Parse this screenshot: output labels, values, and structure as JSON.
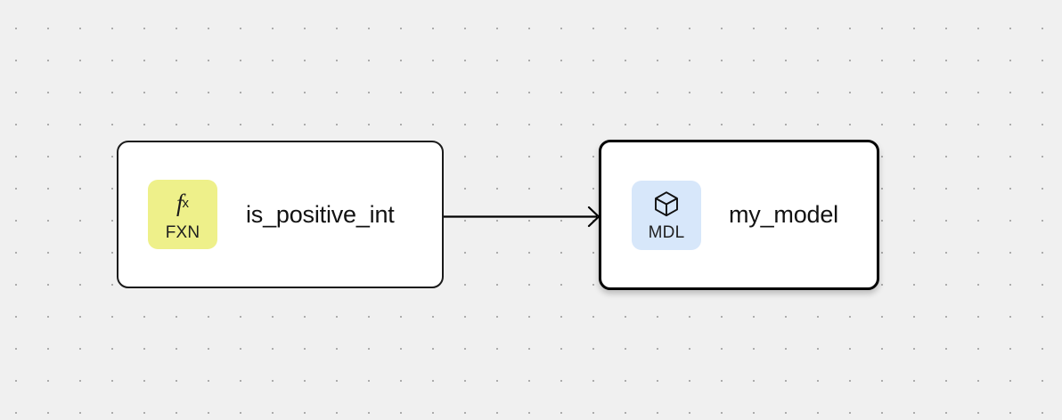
{
  "canvas": {
    "background_color": "#f0f0f0",
    "dot_color": "#acacac",
    "grid_spacing": 36
  },
  "nodes": [
    {
      "id": "is_positive_int",
      "title": "is_positive_int",
      "badge_label": "FXN",
      "badge_glyph": "f",
      "badge_glyph_suffix": "x",
      "badge_icon_name": "function-fx-icon",
      "badge_color": "#eef08a",
      "selected": false
    },
    {
      "id": "my_model",
      "title": "my_model",
      "badge_label": "MDL",
      "badge_icon_name": "cube-3d-icon",
      "badge_color": "#d7e7fa",
      "selected": true
    }
  ],
  "edges": [
    {
      "from": "is_positive_int",
      "to": "my_model",
      "arrow": "open-chevron",
      "color": "#000000"
    }
  ]
}
